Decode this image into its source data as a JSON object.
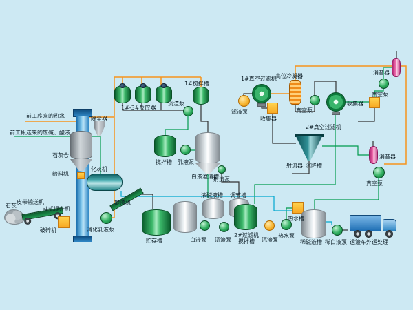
{
  "labels": {
    "hot_water_in": "前工序来的热水",
    "waste_in": "前工段送来的废碱、酸液",
    "lime": "石灰",
    "belt_conveyor": "皮带输送机",
    "crusher": "破碎机",
    "bucket_elevator": "斗式提升机",
    "dust_collector": "除尘器",
    "lime_silo": "石灰仓",
    "feeder": "给料机",
    "lime_slaker": "化灰机",
    "digestion_pump": "消化乳液泵",
    "slag_extractor": "提渣机",
    "storage_tank": "贮存槽",
    "reactors": "1#-3#反应器",
    "mixer1": "1#搅拌槽",
    "sediment_pump1": "沉渣泵",
    "filtrate_pump": "滤液泵",
    "vacuum_filter1": "1#真空过滤机",
    "condenser": "高位冷凝器",
    "vacuum_pump1": "真空泵",
    "collector1": "收集器",
    "vacuum_filter2": "2#真空过滤机",
    "collector2": "收集器",
    "vacuum_pump2": "真空泵",
    "muffler1": "消音器",
    "muffler2": "消音器",
    "vacuum_pump3": "真空泵",
    "jet_device": "射流器",
    "settling_tank": "沉降槽",
    "mixing_tank": "搅拌槽",
    "emulsion_pump": "乳液泵",
    "clarifier": "白液澄清槽",
    "jet_pump": "射流泵",
    "conc_alkali_tank": "浓碱液槽",
    "adjust_tank": "调节槽",
    "white_liquor_pump": "白液泵",
    "sediment_pump2": "沉渣泵",
    "filter2_mixer": "2#过滤机搅拌槽",
    "sediment_pump3": "沉渣泵",
    "hot_water_pump": "热水泵",
    "hot_water_tank": "热水槽",
    "dilute_alkali_tank": "稀碱液槽",
    "dilute_white_pump": "稀白液泵",
    "truck": "运渣车外运处理"
  },
  "colors": {
    "background": "#cde9f3",
    "line_orange": "#f7941d",
    "line_green": "#009a4d",
    "line_black": "#333333",
    "line_cyan": "#00a7cf",
    "equipment_green": "#2fae5f",
    "equipment_yellow": "#f7b733",
    "equipment_pink": "#f06fb0",
    "equipment_blue": "#2f87c5"
  }
}
